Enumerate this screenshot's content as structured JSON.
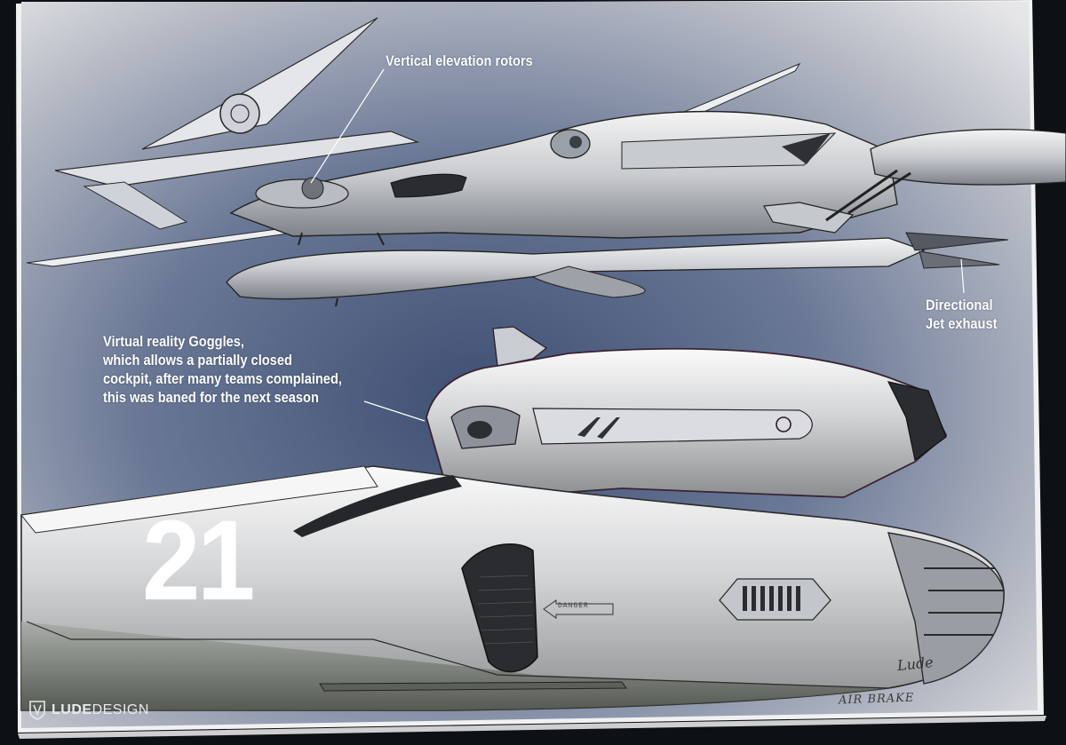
{
  "annotations": {
    "rotors": "Vertical elevation rotors",
    "exhaust_line1": "Directional",
    "exhaust_line2": "Jet exhaust",
    "goggles_line1": "Virtual reality Goggles,",
    "goggles_line2": "which allows a partially closed",
    "goggles_line3": "cockpit, after many teams complained,",
    "goggles_line4": "this was baned for the next season"
  },
  "race_number": "21",
  "logo": {
    "bold": "LUDE",
    "regular": "DESIGN",
    "icon": "shield-logo-icon"
  },
  "sketch_notes": {
    "airbrake": "AIR BRAKE",
    "signature": "Lude",
    "danger": "DANGER"
  },
  "colors": {
    "paper_top": "#e9e9ea",
    "paper_shade": "#4e5e7e",
    "label": "#ffffff",
    "background": "#0d1014"
  }
}
